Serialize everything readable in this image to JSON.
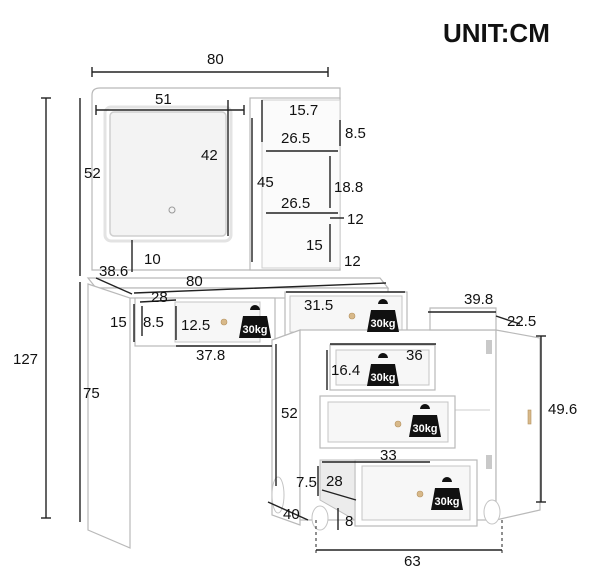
{
  "unit_label": "UNIT:CM",
  "weight_label": "30kg",
  "dimensions": {
    "total_width": "80",
    "mirror_width": "51",
    "mirror_height": "42",
    "shelf_top_height": "15.7",
    "shelf_width_top": "26.5",
    "shelf_side_depth_top": "8.5",
    "shelf_section_height": "45",
    "shelf_middle_height": "18.8",
    "shelf_width_bottom": "26.5",
    "shelf_side_depth_mid": "12",
    "shelf_bottom_height": "15",
    "shelf_side_depth_bottom": "12",
    "mirror_gap": "10",
    "upper_height": "52",
    "top_depth": "38.6",
    "desk_width": "80",
    "drawer_inner_depth": "28",
    "drawer_front_height": "15",
    "drawer_inner_height": "8.5",
    "drawer_inner_height_left": "12.5",
    "drawer_width_left": "37.8",
    "drawer_width_right": "31.5",
    "cabinet_depth": "39.8",
    "cabinet_side_depth": "22.5",
    "cabinet_drawer_width": "36",
    "cabinet_drawer_height": "16.4",
    "cabinet_door_height": "49.6",
    "cabinet_height": "52",
    "cabinet_bottom_drawer_width": "33",
    "cabinet_bottom_drawer_height": "7.5",
    "cabinet_bottom_drawer_depth": "28",
    "cabinet_leg_depth": "40",
    "cabinet_leg_height": "8",
    "cabinet_width": "63",
    "total_height": "127",
    "desk_height": "75"
  }
}
